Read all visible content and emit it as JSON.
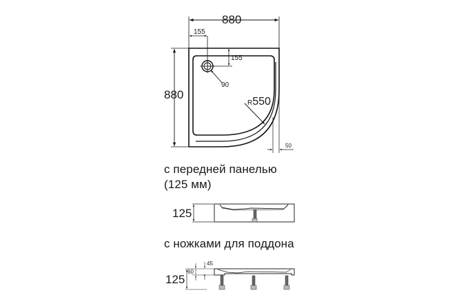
{
  "top_view": {
    "width_label": "880",
    "height_label": "880",
    "drain_offset_x": "155",
    "drain_offset_y": "155",
    "drain_diameter": "90",
    "radius_prefix": "R",
    "radius_value": "550",
    "rim_width": "50"
  },
  "front_panel_view": {
    "caption_line1": "с передней панелью",
    "caption_line2": "(125 мм)",
    "height_label": "125"
  },
  "legs_view": {
    "caption": "с ножками для поддона",
    "total_height": "125",
    "height_60": "60",
    "height_45": "45"
  }
}
